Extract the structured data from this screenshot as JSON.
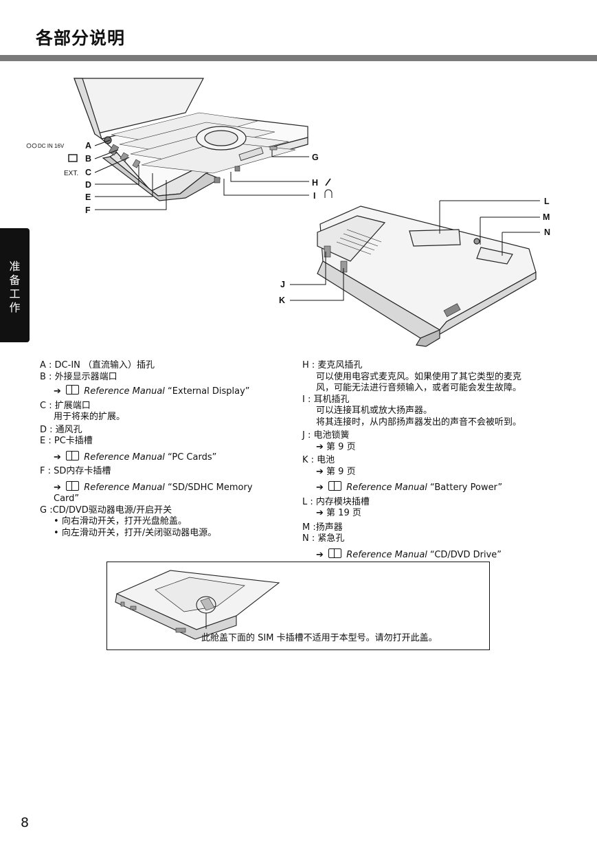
{
  "page": {
    "title": "各部分说明",
    "side_tab": "准备工作",
    "page_number": "8"
  },
  "figure": {
    "callouts_left": {
      "dcin_text": "DC IN 16V",
      "ext_text": "EXT.",
      "A": "A",
      "B": "B",
      "C": "C",
      "D": "D",
      "E": "E",
      "F": "F"
    },
    "callouts_right": {
      "G": "G",
      "H": "H",
      "I": "I",
      "J": "J",
      "K": "K",
      "L": "L",
      "M": "M",
      "N": "N"
    },
    "icons": [
      "dc-in-polarity-icon",
      "monitor-icon",
      "microphone-icon",
      "headphone-icon"
    ]
  },
  "left_column": {
    "a": "A : DC-IN （直流输入）插孔",
    "b": "B : 外接显示器端口",
    "b_ref_manual": "Reference Manual",
    "b_ref_topic": "“External Display”",
    "c": "C : 扩展端口",
    "c_desc": "用于将来的扩展。",
    "d": "D : 通风孔",
    "e": "E : PC卡插槽",
    "e_ref_manual": "Reference Manual",
    "e_ref_topic": "“PC Cards”",
    "f": "F : SD内存卡插槽",
    "f_ref_manual": "Reference Manual",
    "f_ref_topic": "“SD/SDHC Memory",
    "f_ref_topic2": "Card”",
    "g": "G :CD/DVD驱动器电源/开启开关",
    "g_bullet1": "向右滑动开关，打开光盘舱盖。",
    "g_bullet2": "向左滑动开关，打开/关闭驱动器电源。"
  },
  "right_column": {
    "h": "H : 麦克风插孔",
    "h_desc1": "可以使用电容式麦克风。如果使用了其它类型的麦克",
    "h_desc2": "风，可能无法进行音频输入，或者可能会发生故障。",
    "i": "I :  耳机插孔",
    "i_desc1": "可以连接耳机或放大扬声器。",
    "i_desc2": "将其连接时，从内部扬声器发出的声音不会被听到。",
    "j": "J : 电池锁簧",
    "j_ref": "第 9 页",
    "k": "K : 电池",
    "k_ref": "第 9 页",
    "k_ref_manual": "Reference Manual",
    "k_ref_topic": "“Battery Power”",
    "l": "L : 内存模块插槽",
    "l_ref": "第 19 页",
    "m": "M :扬声器",
    "n": "N : 紧急孔",
    "n_ref_manual": "Reference Manual",
    "n_ref_topic": "“CD/DVD Drive”"
  },
  "note": {
    "text": "此舱盖下面的 SIM 卡插槽不适用于本型号。请勿打开此盖。"
  },
  "arrow_glyph": "➔",
  "bullet_glyph": "•"
}
